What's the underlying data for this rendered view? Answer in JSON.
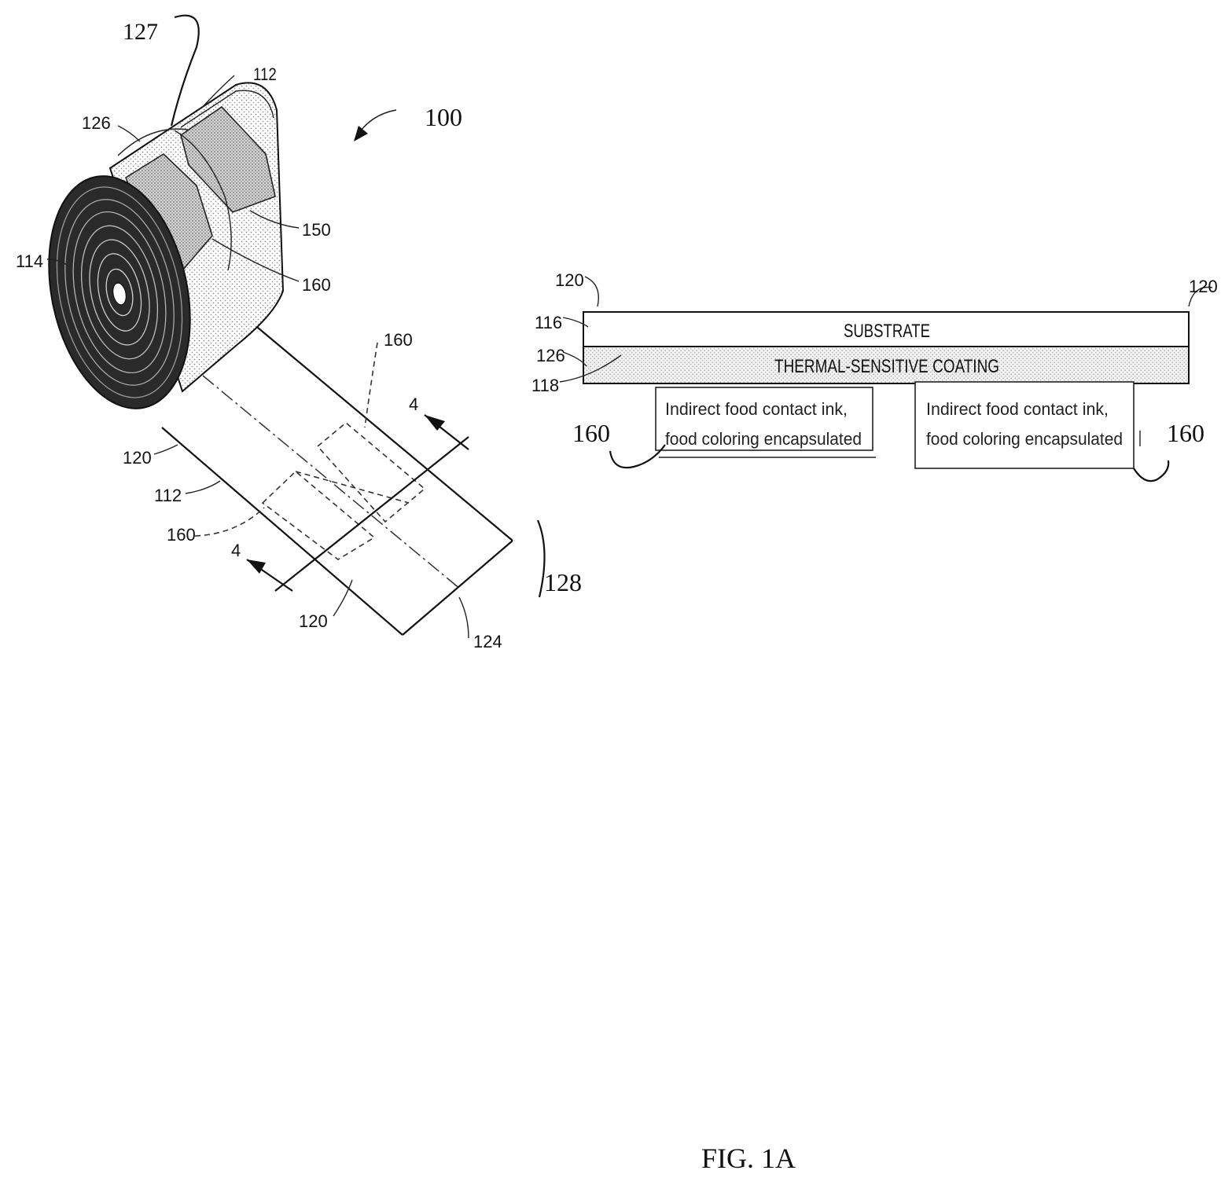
{
  "figure": {
    "caption": "FIG. 1A",
    "roll_labels": {
      "ref_100": "100",
      "ref_127": "127",
      "ref_112_top": "112",
      "ref_126": "126",
      "ref_150": "150",
      "ref_160_face": "160",
      "ref_114": "114",
      "ref_160_dashed": "160",
      "ref_4_top": "4",
      "ref_120_left": "120",
      "ref_112_strip": "112",
      "ref_160_left": "160",
      "ref_4_bottom": "4",
      "ref_128": "128",
      "ref_120_bottom": "120",
      "ref_124": "124"
    },
    "section": {
      "ref_120_left": "120",
      "ref_120_right": "120",
      "ref_116": "116",
      "ref_126": "126",
      "ref_118": "118",
      "substrate_label": "SUBSTRATE",
      "coating_label": "THERMAL-SENSITIVE COATING",
      "ink_box_left_line1": "Indirect food contact ink,",
      "ink_box_left_line2": "food coloring encapsulated",
      "ink_box_right_line1": "Indirect food contact ink,",
      "ink_box_right_line2": "food coloring encapsulated",
      "ref_160_left": "160",
      "ref_160_right": "160"
    }
  }
}
